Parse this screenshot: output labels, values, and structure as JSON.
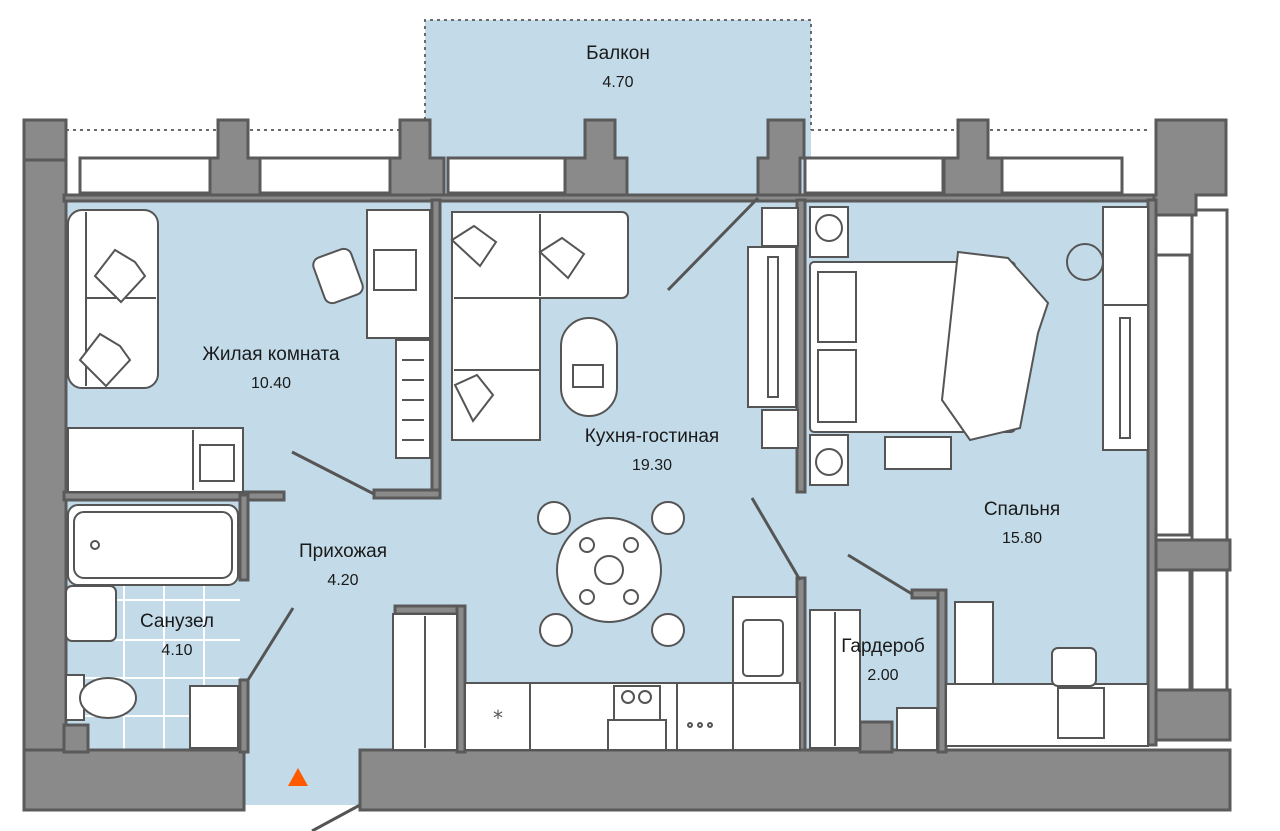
{
  "plan": {
    "rooms": [
      {
        "id": "balcony",
        "name": "Балкон",
        "area": "4.70"
      },
      {
        "id": "living-room",
        "name": "Жилая комната",
        "area": "10.40"
      },
      {
        "id": "kitchen-living",
        "name": "Кухня-гостиная",
        "area": "19.30"
      },
      {
        "id": "bedroom",
        "name": "Спальня",
        "area": "15.80"
      },
      {
        "id": "hallway",
        "name": "Прихожая",
        "area": "4.20"
      },
      {
        "id": "bathroom",
        "name": "Санузел",
        "area": "4.10"
      },
      {
        "id": "wardrobe",
        "name": "Гардероб",
        "area": "2.00"
      }
    ],
    "entrance_marker": {
      "icon": "entrance-triangle-icon",
      "color": "#ff5a00"
    }
  },
  "colors": {
    "floor": "#c3dbe9",
    "wall": "#8a8a8a",
    "outline": "#555555"
  }
}
